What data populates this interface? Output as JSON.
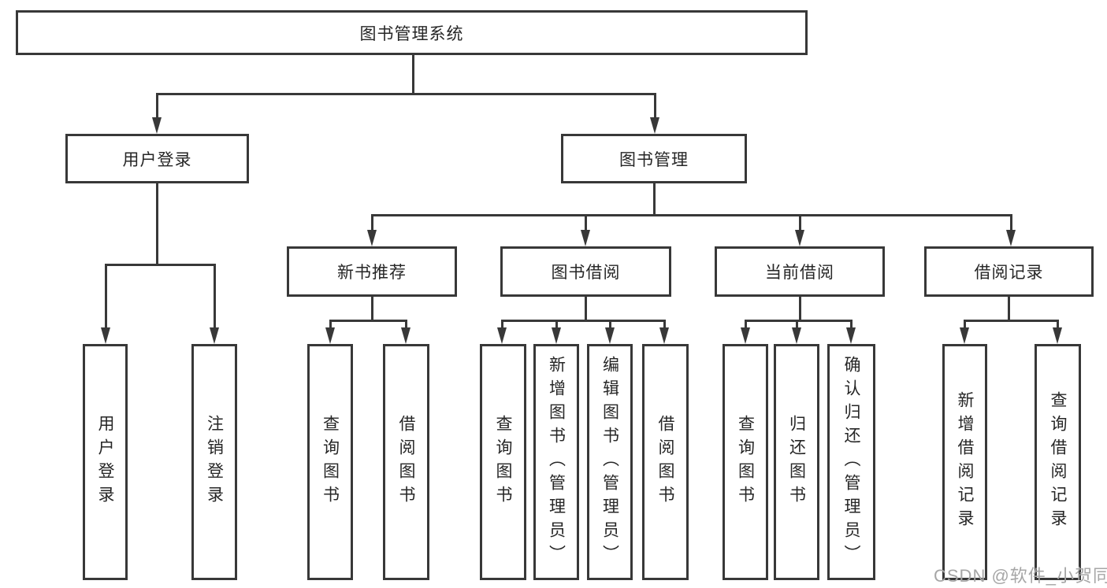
{
  "diagram": {
    "root": {
      "label": "图书管理系统"
    },
    "branches": [
      {
        "label": "用户登录",
        "children": [
          {
            "label": "用户登录"
          },
          {
            "label": "注销登录"
          }
        ]
      },
      {
        "label": "图书管理",
        "children": [
          {
            "label": "新书推荐",
            "children": [
              {
                "label": "查询图书"
              },
              {
                "label": "借阅图书"
              }
            ]
          },
          {
            "label": "图书借阅",
            "children": [
              {
                "label": "查询图书"
              },
              {
                "label": "新增图书（管理员）"
              },
              {
                "label": "编辑图书（管理员）"
              },
              {
                "label": "借阅图书"
              }
            ]
          },
          {
            "label": "当前借阅",
            "children": [
              {
                "label": "查询图书"
              },
              {
                "label": "归还图书"
              },
              {
                "label": "确认归还（管理员）"
              }
            ]
          },
          {
            "label": "借阅记录",
            "children": [
              {
                "label": "新增借阅记录"
              },
              {
                "label": "查询借阅记录"
              }
            ]
          }
        ]
      }
    ]
  },
  "watermark": {
    "text": "CSDN @软件_小贺同学"
  },
  "colors": {
    "line": "#383838",
    "box_border": "#383838",
    "box_fill": "#ffffff",
    "text": "#262626",
    "watermark": "#a6a6a6"
  }
}
